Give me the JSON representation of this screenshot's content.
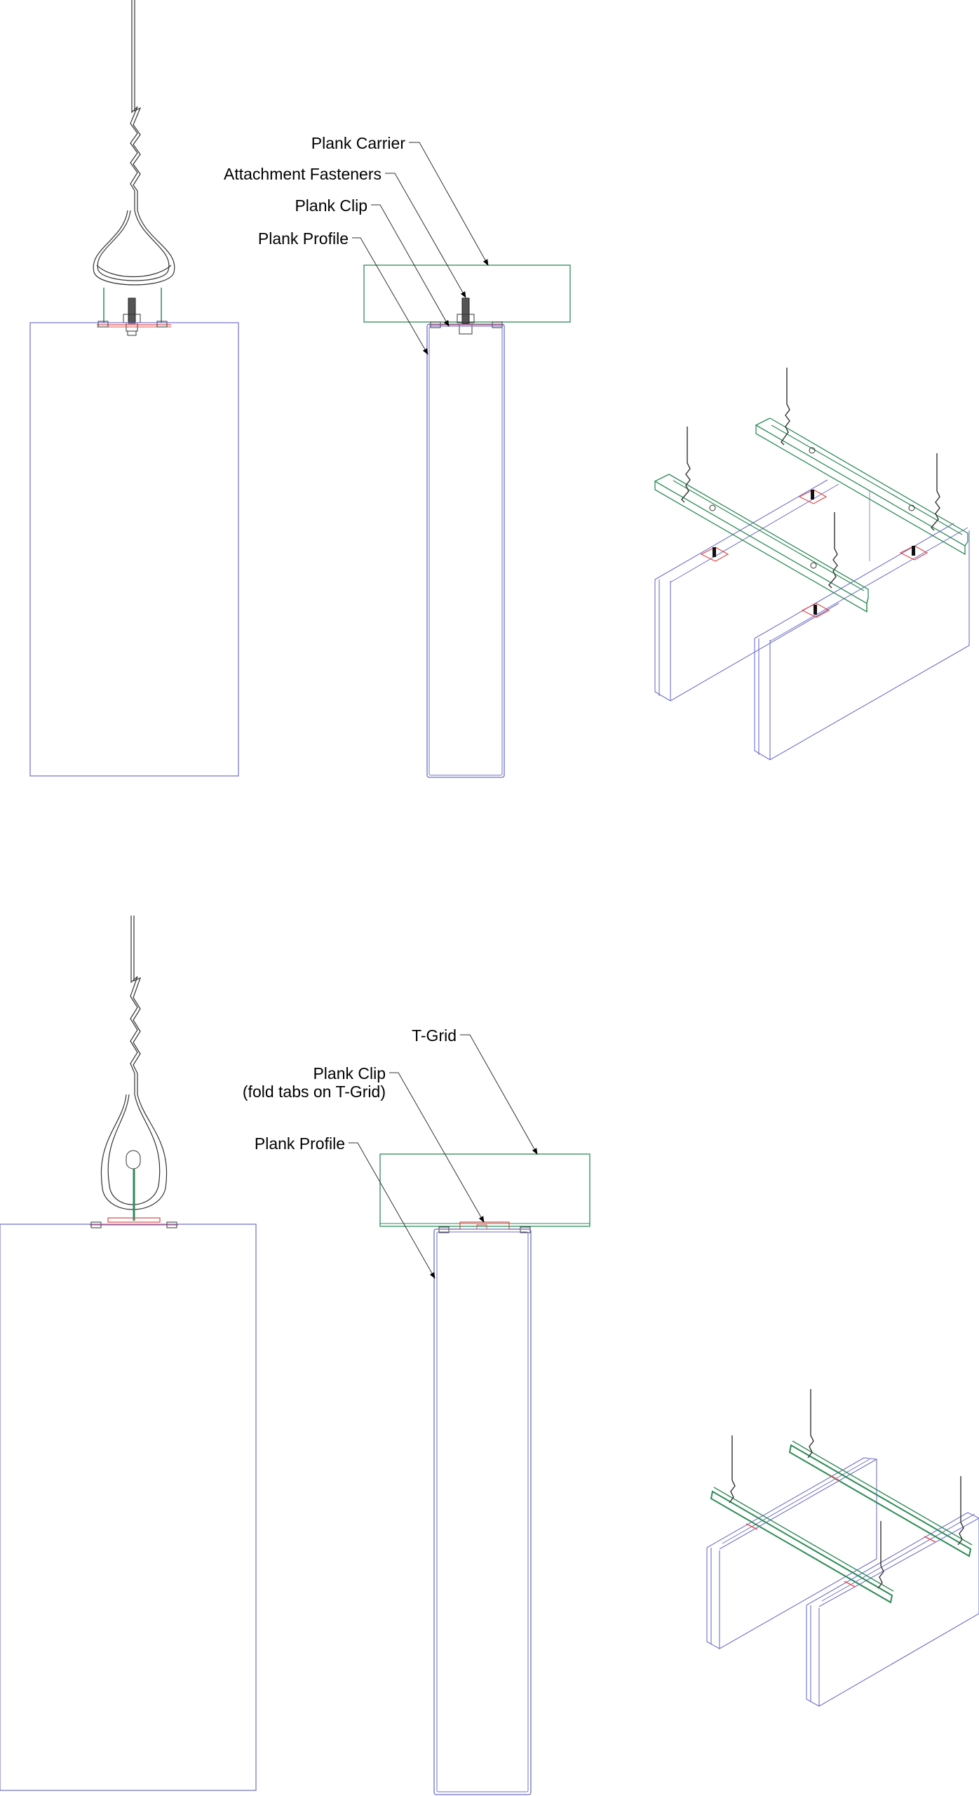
{
  "labels": {
    "plank_carrier": "Plank Carrier",
    "attachment_fasteners": "Attachment Fasteners",
    "plank_clip_top": "Plank Clip",
    "plank_profile_top": "Plank Profile",
    "t_grid": "T-Grid",
    "plank_clip_bottom_line1": "Plank Clip",
    "plank_clip_bottom_line2": "(fold tabs on T-Grid)",
    "plank_profile_bottom": "Plank Profile"
  },
  "colors": {
    "carrier_green": "#2e8b57",
    "profile_blue": "#6f6fc8",
    "clip_red": "#e04545",
    "hanger_dark": "#333333"
  }
}
